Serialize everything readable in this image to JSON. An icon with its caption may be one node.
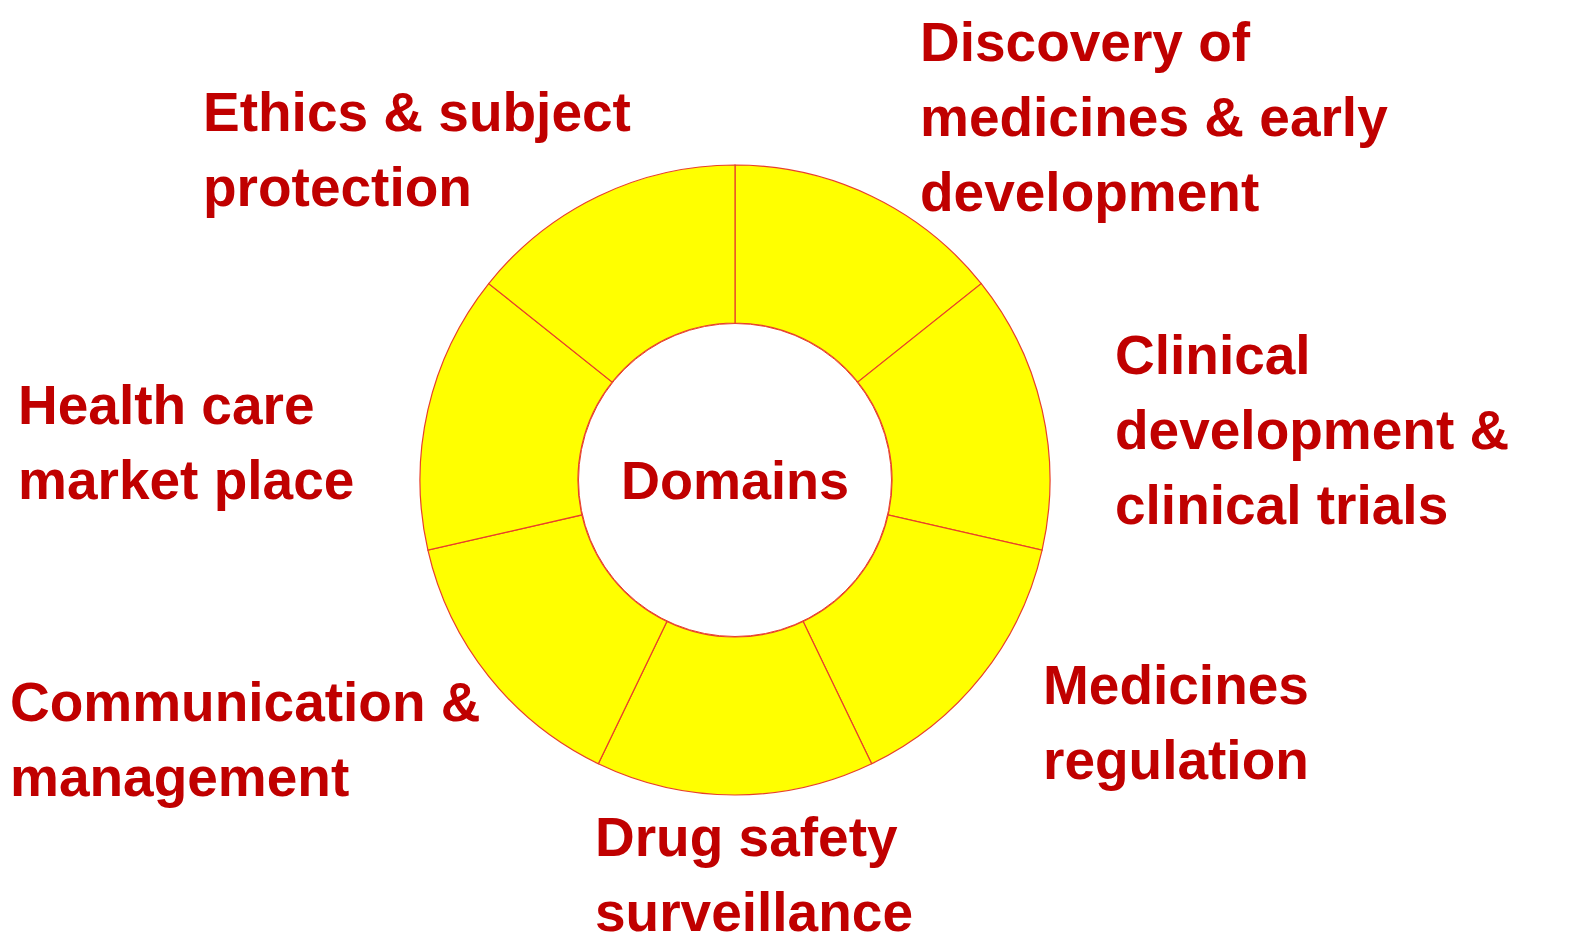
{
  "diagram": {
    "nodes": [
      {
        "text": [
          "Domains"
        ]
      },
      {
        "text": [],
        "shape": "segment",
        "beside": [
          "Discovery of medicines & early development"
        ]
      },
      {
        "text": [],
        "shape": "segment",
        "beside": [
          "Clinical development & clinical trials"
        ]
      },
      {
        "text": [],
        "shape": "segment",
        "beside": [
          "Medicines regulation"
        ]
      },
      {
        "text": [],
        "shape": "segment",
        "beside": [
          "Drug safety surveillance"
        ]
      },
      {
        "text": [],
        "shape": "segment",
        "beside": [
          "Communication & management"
        ]
      },
      {
        "text": [],
        "shape": "segment",
        "beside": [
          "Health care market place"
        ]
      },
      {
        "text": [],
        "shape": "segment",
        "beside": [
          "Ethics & subject protection"
        ]
      }
    ]
  }
}
